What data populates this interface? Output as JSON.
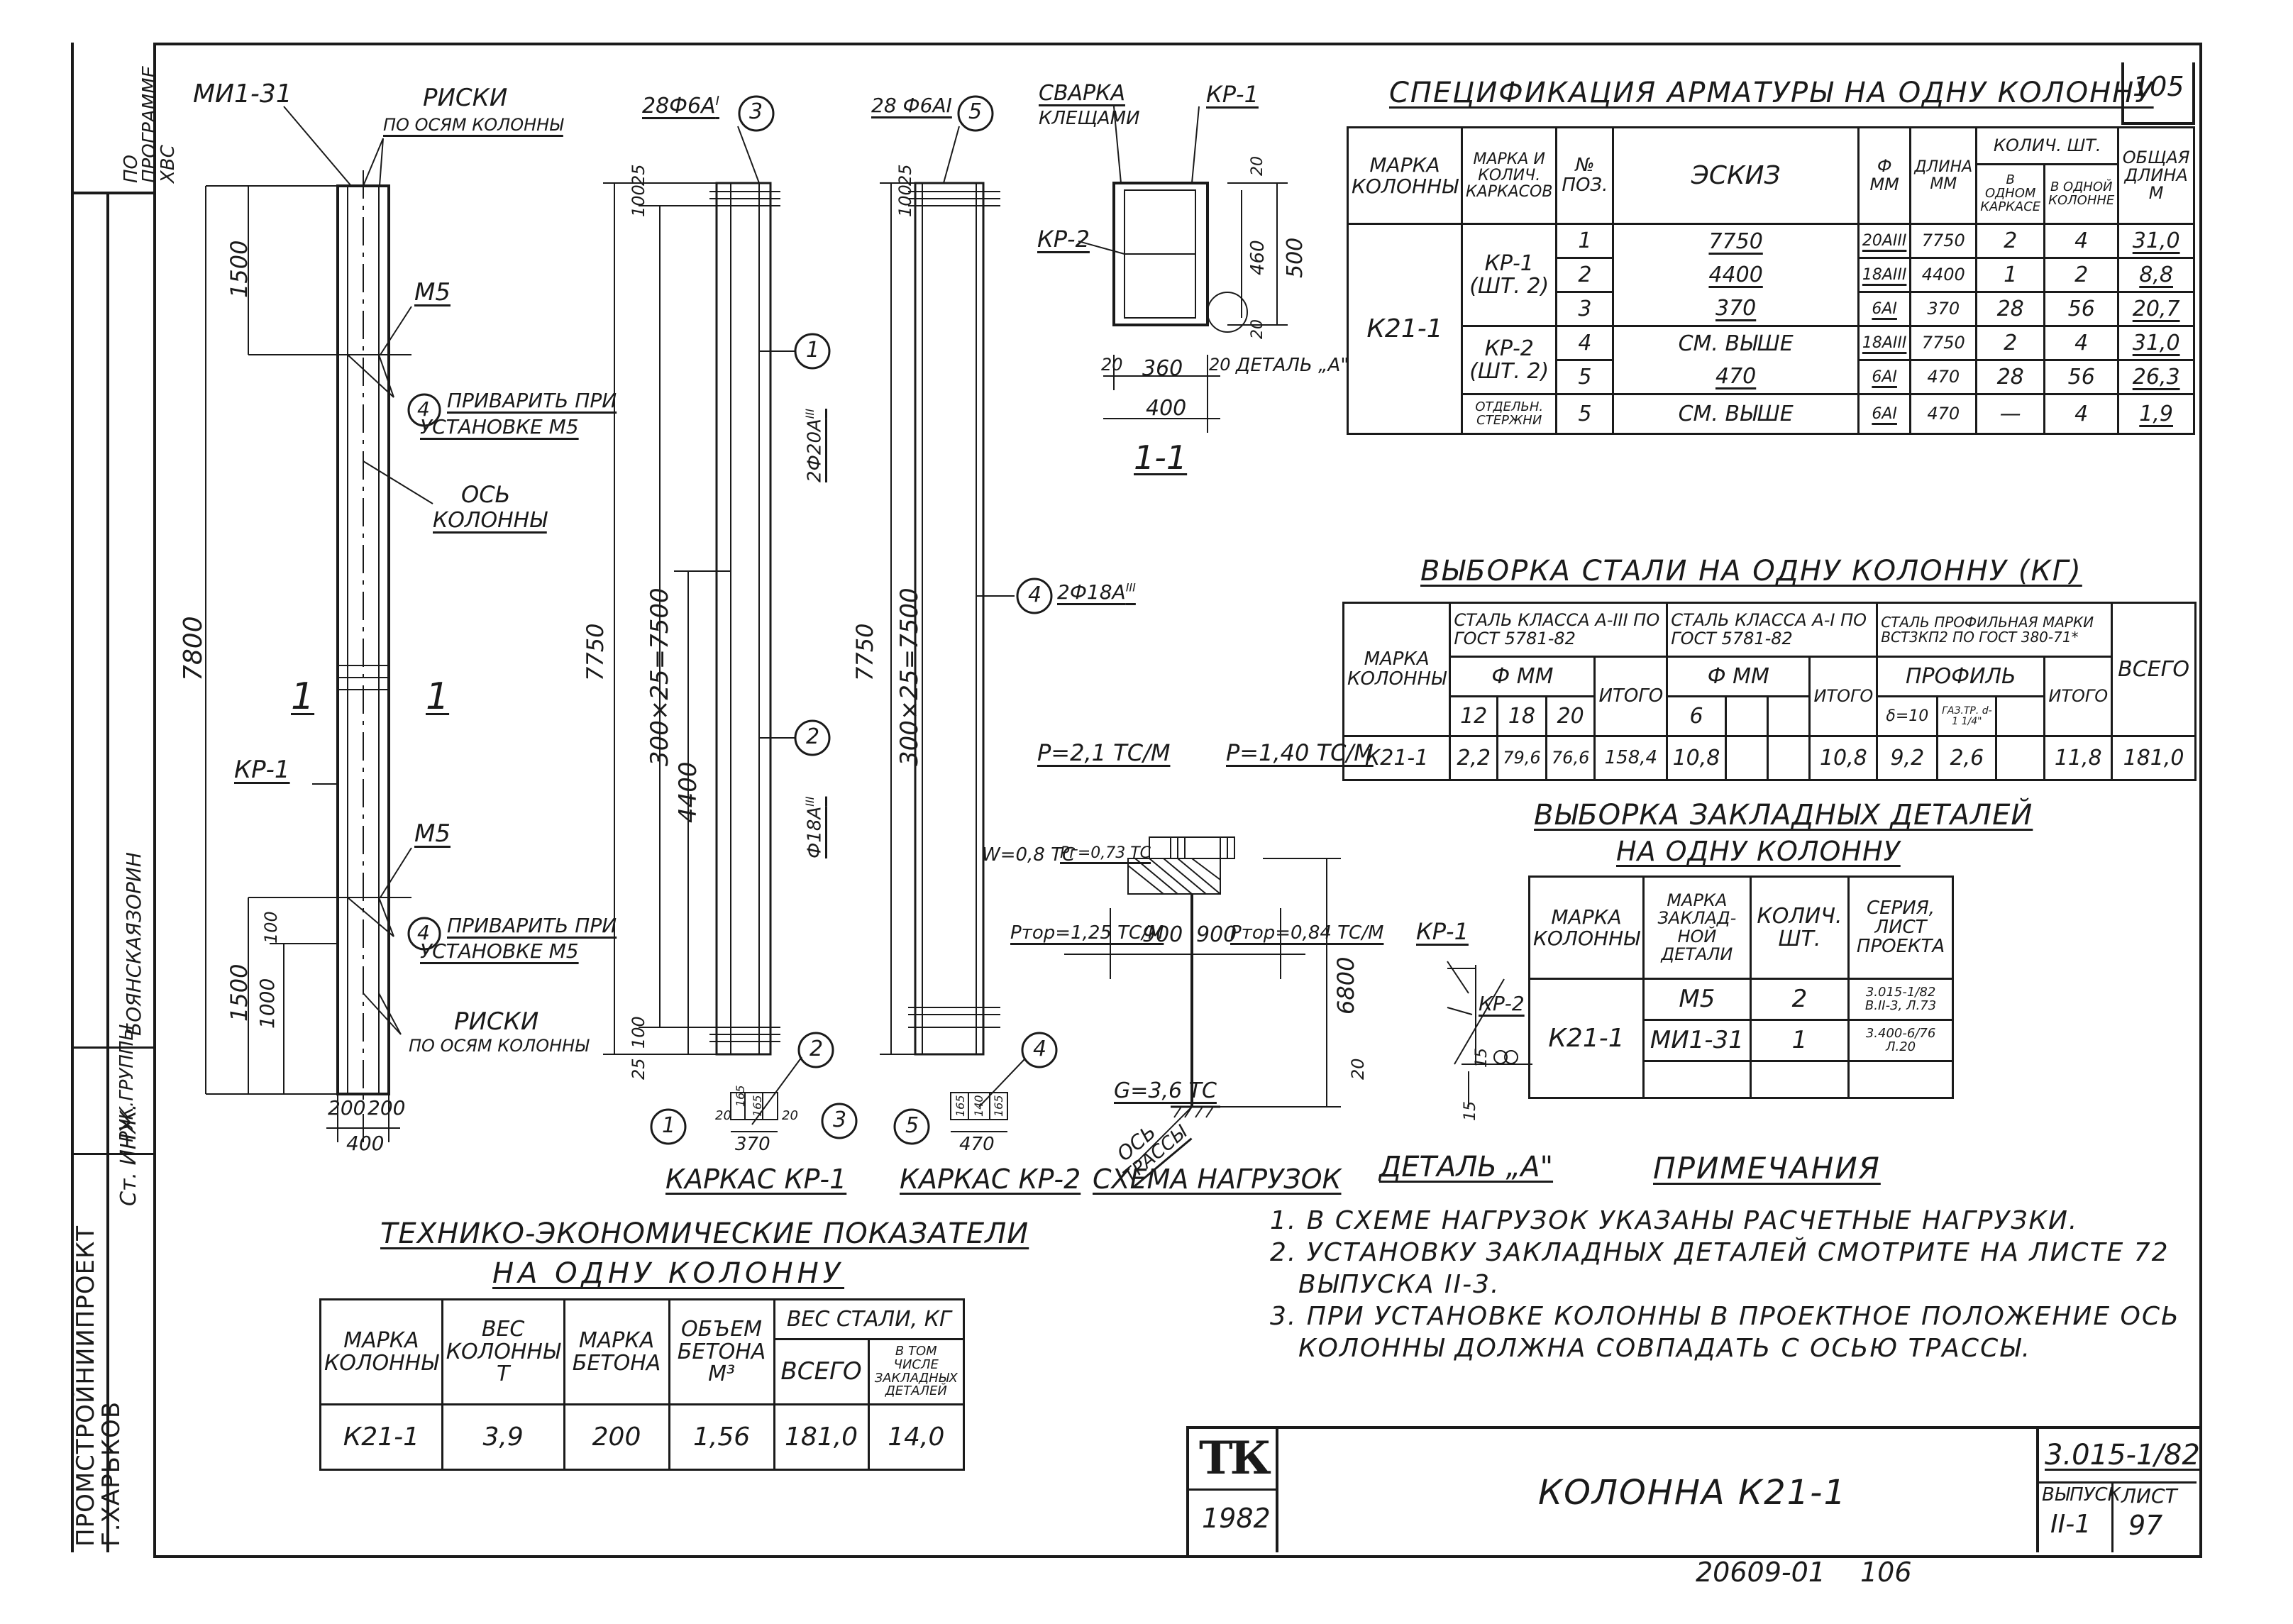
{
  "page_number": "105",
  "side_stamp": {
    "top": "ПО ПРОГРАММЕ ХВС",
    "org": "ПРОМСТРОЙНИИПРОЕКТ Г.ХАРЬКОВ",
    "roles": [
      "Ст. ИНЖ.",
      "РУК.ГРУППЫ",
      "БОЯНСКАЯ",
      "ЗОРИН"
    ]
  },
  "column_drawing": {
    "mark_top": "МИ1-31",
    "riski_top": "РИСКИ",
    "riski_top_sub": "ПО ОСЯМ КОЛОННЫ",
    "m5_top": "М5",
    "weld_note_top_1": "ПРИВАРИТЬ ПРИ",
    "weld_note_top_2": "УСТАНОВКЕ М5",
    "axis_1": "ОСЬ",
    "axis_2": "КОЛОННЫ",
    "kr1": "КР-1",
    "m5_bottom": "М5",
    "weld_note_bot_1": "ПРИВАРИТЬ ПРИ",
    "weld_note_bot_2": "УСТАНОВКЕ М5",
    "riski_bot": "РИСКИ",
    "riski_bot_sub": "ПО ОСЯМ КОЛОННЫ",
    "dim_1500_top": "1500",
    "dim_7800": "7800",
    "dim_1500_bot": "1500",
    "dim_1000": "1000",
    "dim_100": "100",
    "dim_200a": "200",
    "dim_200b": "200",
    "dim_400": "400",
    "section_mark": "1",
    "callout_4": "4"
  },
  "frame_kr1": {
    "label_top": "28Ф6А",
    "label_top_sup": "I",
    "circle_top": "3",
    "dim_100": "100",
    "dim_25": "25",
    "dim_7750": "7750",
    "dim_300": "300×25=7500",
    "dim_4400": "4400",
    "dim_100b": "100",
    "dim_25b": "25",
    "bar1": "2Ф20А",
    "bar1_sup": "III",
    "bar2": "Ф18А",
    "bar2_sup": "III",
    "circle_1": "1",
    "circle_2": "2",
    "circle_3": "3",
    "dims_bottom": [
      "20",
      "165",
      "165",
      "20"
    ],
    "dim_370": "370",
    "caption": "КАРКАС КР-1"
  },
  "frame_kr2": {
    "label_top": "28 Ф6АI",
    "circle_top": "5",
    "dim_100": "100",
    "dim_25": "25",
    "dim_7750": "7750",
    "dim_300": "300×25=7500",
    "bar4": "2Ф18А",
    "bar4_sup": "III",
    "circle_4": "4",
    "circle_5": "5",
    "dims_bottom": [
      "165",
      "140",
      "165"
    ],
    "dim_470": "470",
    "caption": "КАРКАС КР-2"
  },
  "section": {
    "svarka_1": "СВАРКА",
    "svarka_2": "КЛЕЩАМИ",
    "kr1": "КР-1",
    "kr2": "КР-2",
    "dim_20t": "20",
    "dim_460": "460",
    "dim_500": "500",
    "dim_20b": "20",
    "dims_bottom": [
      "20",
      "360",
      "20"
    ],
    "dim_400": "400",
    "detail": "ДЕТАЛЬ „А\"",
    "caption": "1-1"
  },
  "spec_table": {
    "title": "СПЕЦИФИКАЦИЯ АРМАТУРЫ НА ОДНУ КОЛОННУ",
    "headers": {
      "col_mark": "МАРКА КОЛОННЫ",
      "frame_mark": "МАРКА И КОЛИЧ. КАРКАСОВ",
      "pos": "№ ПОЗ.",
      "sketch": "ЭСКИЗ",
      "dia": "Ф ММ",
      "len": "ДЛИНА ММ",
      "qty": "КОЛИЧ. ШТ.",
      "qty_frame": "В ОДНОМ КАРКАСЕ",
      "qty_col": "В ОДНОЙ КОЛОННЕ",
      "total": "ОБЩАЯ ДЛИНА М"
    },
    "col_mark": "К21-1",
    "rows": [
      {
        "group": "КР-1 (ШТ. 2)",
        "pos": "1",
        "sketch": "7750",
        "dia": "20АIII",
        "len": "7750",
        "q1": "2",
        "q2": "4",
        "total": "31,0"
      },
      {
        "group": "",
        "pos": "2",
        "sketch": "4400",
        "dia": "18АIII",
        "len": "4400",
        "q1": "1",
        "q2": "2",
        "total": "8,8"
      },
      {
        "group": "",
        "pos": "3",
        "sketch": "370",
        "dia": "6АI",
        "len": "370",
        "q1": "28",
        "q2": "56",
        "total": "20,7"
      },
      {
        "group": "КР-2 (ШТ. 2)",
        "pos": "4",
        "sketch": "СМ. ВЫШЕ",
        "dia": "18АIII",
        "len": "7750",
        "q1": "2",
        "q2": "4",
        "total": "31,0"
      },
      {
        "group": "",
        "pos": "5",
        "sketch": "470",
        "dia": "6АI",
        "len": "470",
        "q1": "28",
        "q2": "56",
        "total": "26,3"
      },
      {
        "group": "ОТДЕЛЬН. СТЕРЖНИ",
        "pos": "5",
        "sketch": "СМ. ВЫШЕ",
        "dia": "6АI",
        "len": "470",
        "q1": "—",
        "q2": "4",
        "total": "1,9"
      }
    ]
  },
  "steel_table": {
    "title": "ВЫБОРКА СТАЛИ НА ОДНУ КОЛОННУ (КГ)",
    "headers": {
      "col_mark": "МАРКА КОЛОННЫ",
      "a3": "СТАЛЬ КЛАССА А-III ПО ГОСТ 5781-82",
      "a1": "СТАЛЬ КЛАССА А-I ПО ГОСТ 5781-82",
      "prof": "СТАЛЬ ПРОФИЛЬНАЯ МАРКИ ВСТ3КП2 ПО ГОСТ 380-71*",
      "fmm": "Ф ММ",
      "profile": "ПРОФИЛЬ",
      "itogo": "ИТОГО",
      "vsego": "ВСЕГО",
      "d12": "12",
      "d18": "18",
      "d20": "20",
      "d6": "6",
      "p1": "δ=10",
      "p2": "ГАЗ.ТР. d-1 1/4\""
    },
    "row": {
      "mark": "К21-1",
      "v12": "2,2",
      "v18": "79,6",
      "v20": "76,6",
      "it1": "158,4",
      "v6": "10,8",
      "it2": "10,8",
      "vp1": "9,2",
      "vp2": "2,6",
      "it3": "11,8",
      "total": "181,0"
    }
  },
  "embed_table": {
    "title_1": "ВЫБОРКА ЗАКЛАДНЫХ ДЕТАЛЕЙ",
    "title_2": "НА ОДНУ КОЛОННУ",
    "headers": {
      "col_mark": "МАРКА КОЛОННЫ",
      "part": "МАРКА ЗАКЛАД-НОЙ ДЕТАЛИ",
      "qty": "КОЛИЧ. ШТ.",
      "series": "СЕРИЯ, ЛИСТ ПРОЕКТА"
    },
    "col_mark": "К21-1",
    "rows": [
      {
        "part": "М5",
        "qty": "2",
        "series": "3.015-1/82 В.II-3, Л.73"
      },
      {
        "part": "МИ1-31",
        "qty": "1",
        "series": "3.400-6/76 Л.20"
      }
    ]
  },
  "load_scheme": {
    "p1": "P=2,1 ТС/М",
    "p2": "P=1,40 ТС/М",
    "w": "W=0,8 ТС",
    "pr": "Pг=0,73 ТС",
    "ptor1": "Pтор=1,25 ТС/М",
    "ptor2": "Pтор=0,84 ТС/М",
    "dim_900a": "900",
    "dim_900b": "900",
    "g": "G=3,6 ТС",
    "dim_6800": "6800",
    "axis_1": "ОСЬ",
    "axis_2": "ТРАССЫ",
    "caption": "СХЕМА НАГРУЗОК"
  },
  "detail_a": {
    "kr1": "КР-1",
    "kr2": "КР-2",
    "dim_20": "20",
    "dim_15a": "15",
    "dim_15b": "15",
    "caption": "ДЕТАЛЬ „А\""
  },
  "notes": {
    "title": "ПРИМЕЧАНИЯ",
    "lines": [
      "1. В СХЕМЕ НАГРУЗОК УКАЗАНЫ РАСЧЕТНЫЕ НАГРУЗКИ.",
      "2. УСТАНОВКУ ЗАКЛАДНЫХ ДЕТАЛЕЙ СМОТРИТЕ НА ЛИСТЕ 72",
      "ВЫПУСКА II-3.",
      "3. ПРИ УСТАНОВКЕ КОЛОННЫ В ПРОЕКТНОЕ ПОЛОЖЕНИЕ ОСЬ",
      "КОЛОННЫ ДОЛЖНА СОВПАДАТЬ С ОСЬЮ ТРАССЫ."
    ]
  },
  "tech_table": {
    "title_1": "ТЕХНИКО-ЭКОНОМИЧЕСКИЕ ПОКАЗАТЕЛИ",
    "title_2": "НА ОДНУ КОЛОННУ",
    "headers": {
      "mark": "МАРКА КОЛОННЫ",
      "weight": "ВЕС КОЛОННЫ Т",
      "concrete": "МАРКА БЕТОНА",
      "volume": "ОБЪЕМ БЕТОНА М³",
      "steel": "ВЕС СТАЛИ, КГ",
      "all": "ВСЕГО",
      "incl": "В ТОМ ЧИСЛЕ ЗАКЛАДНЫХ ДЕТАЛЕЙ"
    },
    "row": {
      "mark": "К21-1",
      "weight": "3,9",
      "concrete": "200",
      "volume": "1,56",
      "all": "181,0",
      "incl": "14,0"
    }
  },
  "title_block": {
    "logo": "ТК",
    "year": "1982",
    "name": "КОЛОННА К21-1",
    "series": "3.015-1/82",
    "vyp_label": "ВЫПУСК",
    "vyp": "II-1",
    "list_label": "ЛИСТ",
    "list": "97"
  },
  "footer": {
    "code": "20609-01",
    "num": "106"
  }
}
